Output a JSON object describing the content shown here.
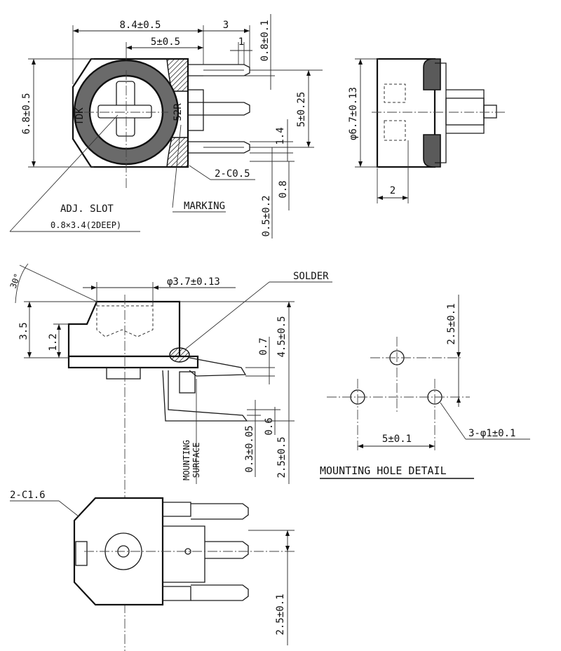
{
  "top_view": {
    "dim_width": "8.4±0.5",
    "dim_pin_span": "5±0.5",
    "dim_pin_length": "3",
    "dim_pin_width": "1",
    "dim_pin_offset": "0.8±0.1",
    "dim_height": "6.8±0.5",
    "dim_pin_pitch": "5±0.25",
    "dim_pin_thickness": "1.4",
    "dim_lower": "0.5±0.2",
    "dim_lower_b": "0.8",
    "label_chamfer": "2-C0.5",
    "label_marking": "MARKING",
    "label_adj_slot": "ADJ. SLOT",
    "label_slot_size": "0.8×3.4(2DEEP)",
    "mark_brand": "TDK",
    "mark_code": "52R"
  },
  "side_view": {
    "dim_diameter": "φ6.7±0.13",
    "dim_offset": "2"
  },
  "front_view": {
    "angle": "30°",
    "dim_shaft": "φ3.7±0.13",
    "label_solder": "SOLDER",
    "dim_height": "3.5",
    "dim_step": "1.2",
    "dim_lead": "0.7",
    "dim_total": "4.5±0.5",
    "dim_lead_thk": "0.3±0.05",
    "dim_gap": "0.6",
    "dim_standoff": "2.5±0.5",
    "label_mounting": "MOUNTING",
    "label_surface": "SURFACE"
  },
  "mounting_hole": {
    "title": "MOUNTING  HOLE  DETAIL",
    "dim_vertical": "2.5±0.1",
    "dim_horizontal": "5±0.1",
    "label_holes": "3-φ1±0.1"
  },
  "bottom_view": {
    "label_chamfer": "2-C1.6",
    "dim_pitch": "2.5±0.1"
  }
}
